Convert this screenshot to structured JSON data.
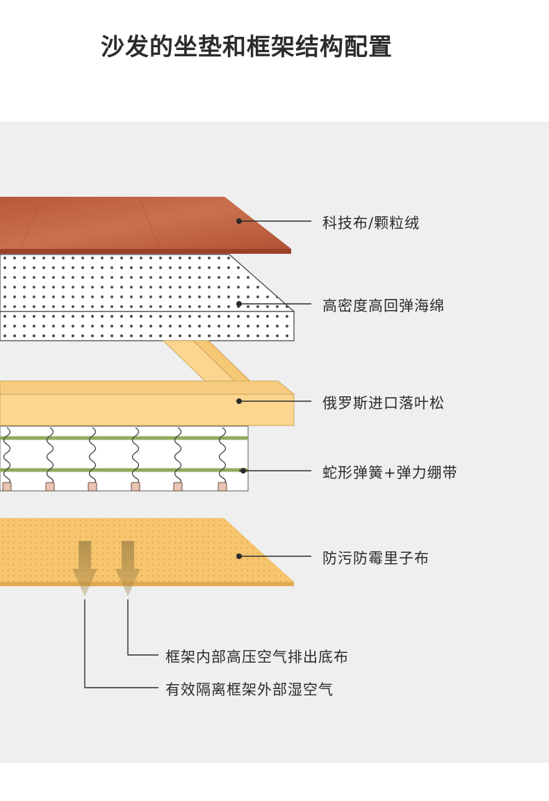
{
  "title": "沙发的坐垫和框架结构配置",
  "layers": [
    {
      "label": "科技布/颗粒绒",
      "color": "#c05f3c"
    },
    {
      "label": "高密度高回弹海绵",
      "color": "#ffffff"
    },
    {
      "label": "俄罗斯进口落叶松",
      "color": "#fcd68f"
    },
    {
      "label": "蛇形弹簧+弹力绷带",
      "color": "#9ab76e"
    },
    {
      "label": "防污防霉里子布",
      "color": "#f7c56e"
    }
  ],
  "airflow": [
    {
      "label": "框架内部高压空气排出底布"
    },
    {
      "label": "有效隔离框架外部湿空气"
    }
  ]
}
